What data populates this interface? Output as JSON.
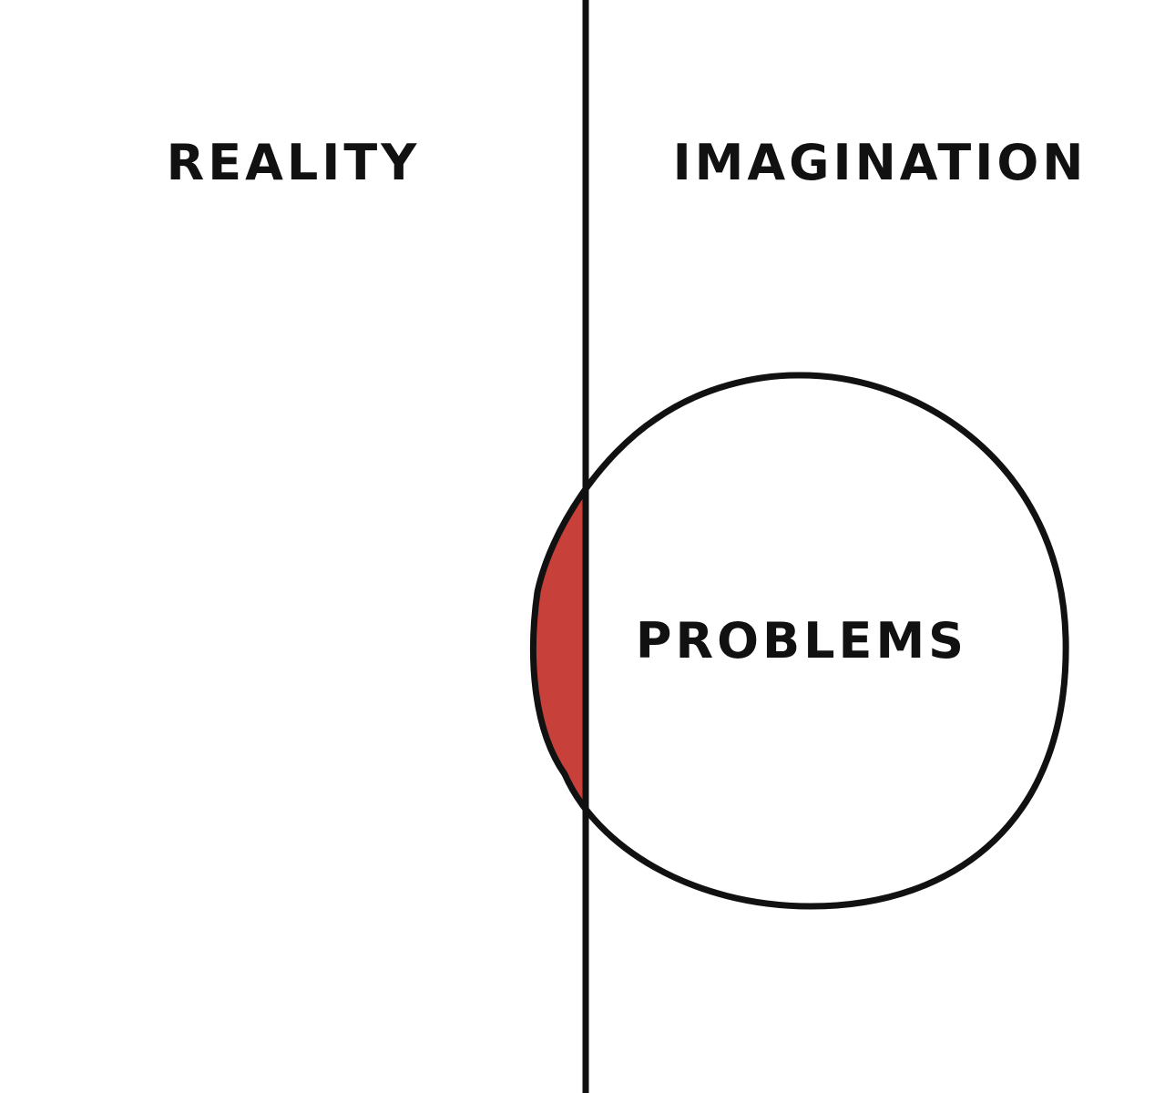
{
  "labels": {
    "left_region": "REALITY",
    "right_region": "IMAGINATION",
    "circle_label": "PROBLEMS"
  },
  "colors": {
    "background": "#ffffff",
    "ink": "#111111",
    "overlap_fill": "#c8403a"
  }
}
